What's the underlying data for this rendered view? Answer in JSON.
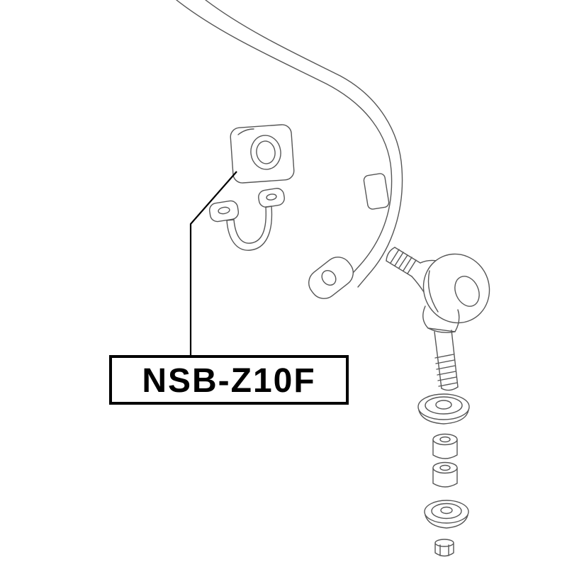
{
  "diagram": {
    "title": "stabilizer-bushing-parts-diagram",
    "part_label": "NSB-Z10F"
  },
  "colors": {
    "background": "#ffffff",
    "drawing_line": "#565656",
    "leader_line": "#000000",
    "label_border": "#000000",
    "label_text": "#000000"
  },
  "parts": {
    "bar": "stabilizer-bar",
    "bar_end": "stabilizer-bar-end-tab",
    "bushing": "stabilizer-bushing",
    "bracket": "bushing-bracket",
    "link": "stabilizer-link",
    "nut": "hex-nut"
  }
}
